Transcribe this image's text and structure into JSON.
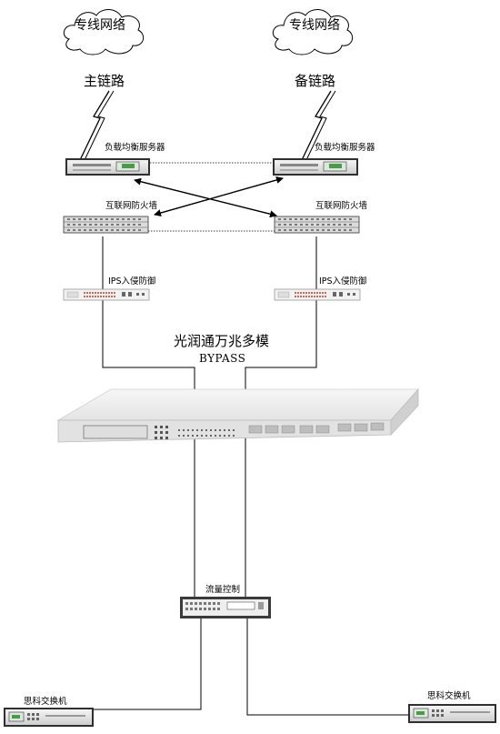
{
  "clouds": {
    "left": {
      "label": "专线网络"
    },
    "right": {
      "label": "专线网络"
    }
  },
  "links": {
    "primary": {
      "label": "主链路"
    },
    "backup": {
      "label": "备链路"
    }
  },
  "devices": {
    "load_balancer": {
      "label_left": "负载均衡服务器",
      "label_right": "负载均衡服务器"
    },
    "firewall": {
      "label_left": "互联网防火墙",
      "label_right": "互联网防火墙"
    },
    "ips": {
      "label_left": "IPS入侵防御",
      "label_right": "IPS入侵防御"
    },
    "bypass": {
      "title": "光润通万兆多模",
      "subtitle": "BYPASS"
    },
    "traffic_control": {
      "label": "流量控制"
    },
    "switch": {
      "label_left": "思科交换机",
      "label_right": "思科交换机"
    }
  },
  "colors": {
    "line": "#000000",
    "device_dark": "#3a3a3a",
    "device_light": "#eeeeee",
    "panel_green": "#4a9a4a"
  }
}
